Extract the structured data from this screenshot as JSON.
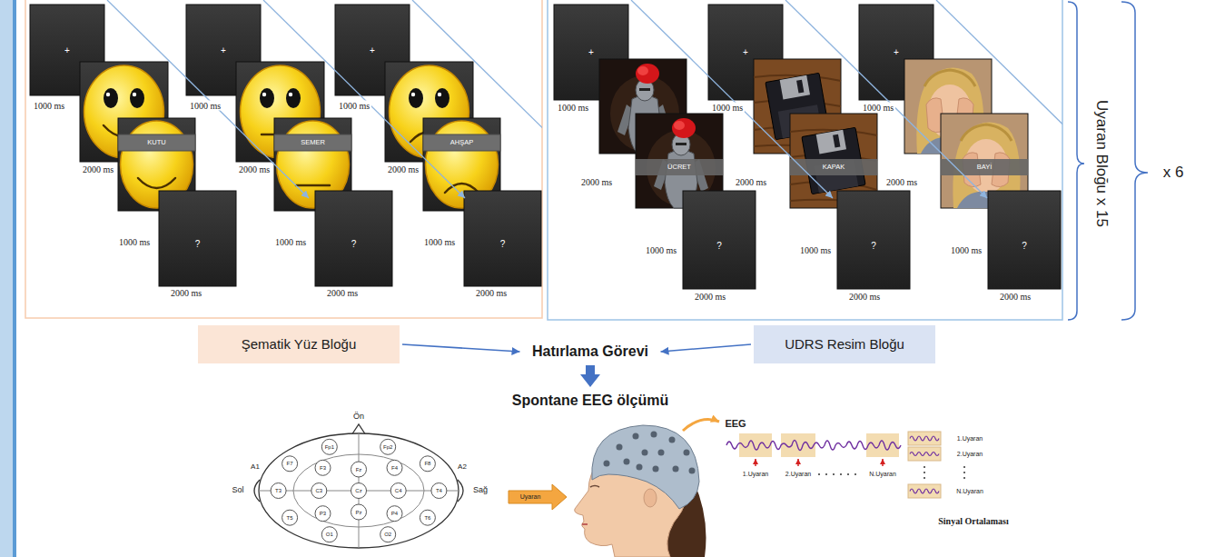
{
  "diagram": {
    "nodes": [
      {
        "text": [
          "Şematik Yüz Bloğu"
        ]
      },
      {
        "text": [
          "UDRS Resim Bloğu"
        ]
      },
      {
        "text": [
          "Hatırlama Görevi"
        ]
      },
      {
        "text": [
          "Spontane EEG ölçümü"
        ]
      }
    ],
    "edges": [
      {
        "from": 0,
        "to": 2,
        "arrow": "to"
      },
      {
        "from": 1,
        "to": 2,
        "arrow": "to"
      },
      {
        "from": 2,
        "to": 3,
        "arrow": "to"
      }
    ],
    "labels": [
      "+",
      "1000 ms",
      "2000 ms",
      "KUTU",
      "1000 ms",
      "?",
      "2000 ms",
      "+",
      "1000 ms",
      "2000 ms",
      "SEMER",
      "1000 ms",
      "?",
      "2000 ms",
      "+",
      "1000 ms",
      "2000 ms",
      "AHŞAP",
      "1000 ms",
      "?",
      "2000 ms",
      "+",
      "1000 ms",
      "2000 ms",
      "ÜCRET",
      "1000 ms",
      "?",
      "2000 ms",
      "+",
      "1000 ms",
      "2000 ms",
      "KAPAK",
      "1000 ms",
      "?",
      "2000 ms",
      "+",
      "1000 ms",
      "2000 ms",
      "BAYİ",
      "1000 ms",
      "?",
      "2000 ms",
      "Uyaran Bloğu x 15",
      "x 6",
      "Ön",
      "Sol",
      "Sağ",
      "A1",
      "A2",
      "Fp1",
      "Fp2",
      "F7",
      "F3",
      "Fz",
      "F4",
      "F8",
      "T3",
      "C3",
      "Cz",
      "C4",
      "T4",
      "T5",
      "P3",
      "Pz",
      "P4",
      "T6",
      "O1",
      "O2",
      "Uyaran",
      "EEG",
      "1.Uyaran",
      "2.Uyaran",
      "N.Uyaran",
      "1.Uyaran",
      "2.Uyaran",
      "N.Uyaran",
      "Sinyal Ortalaması"
    ]
  }
}
